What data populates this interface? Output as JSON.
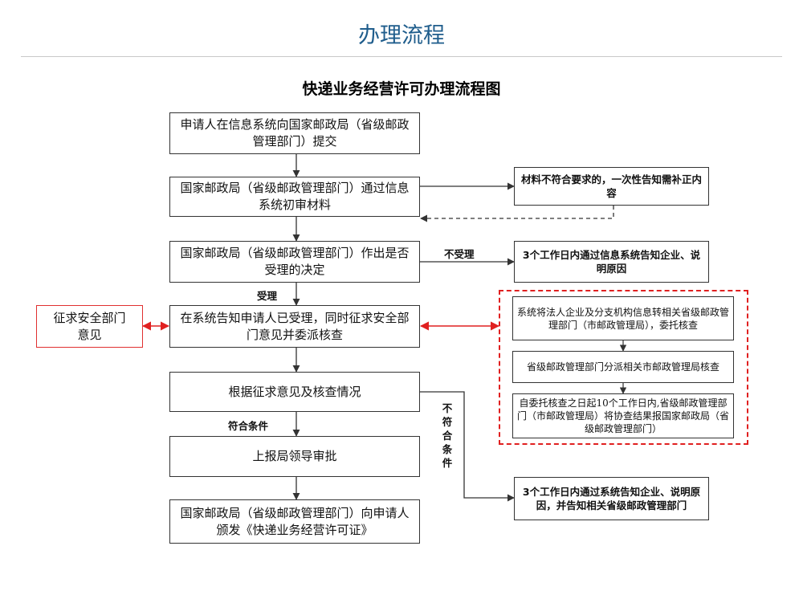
{
  "slide": {
    "title": "办理流程"
  },
  "flowchart": {
    "title": "快递业务经营许可办理流程图",
    "main_steps": [
      "申请人在信息系统向国家邮政局（省级邮政管理部门）提交",
      "国家邮政局（省级邮政管理部门）通过信息系统初审材料",
      "国家邮政局（省级邮政管理部门）作出是否受理的决定",
      "在系统告知申请人已受理，同时征求安全部门意见并委派核查",
      "根据征求意见及核查情况",
      "上报局领导审批",
      "国家邮政局（省级邮政管理部门）向申请人颁发《快递业务经营许可证》"
    ],
    "side_boxes": {
      "supplement": "材料不符合要求的，一次性告知需补正内容",
      "not_accepted_notice": "3个工作日内通过信息系统告知企业、说明原因",
      "security_opinion": "征求安全部门意见",
      "not_qualified_notice": "3个工作日内通过系统告知企业、说明原因，并告知相关省级邮政管理部门"
    },
    "verification_steps": [
      "系统将法人企业及分支机构信息转相关省级邮政管理部门（市邮政管理局），委托核查",
      "省级邮政管理部门分派相关市邮政管理局核查",
      "自委托核查之日起10个工作日内,省级邮政管理部门（市邮政管理局）将协查结果报国家邮政局（省级邮政管理部门）"
    ],
    "edge_labels": {
      "not_accepted": "不受理",
      "accepted": "受理",
      "qualified": "符合条件",
      "not_qualified": "不符合条件"
    }
  }
}
